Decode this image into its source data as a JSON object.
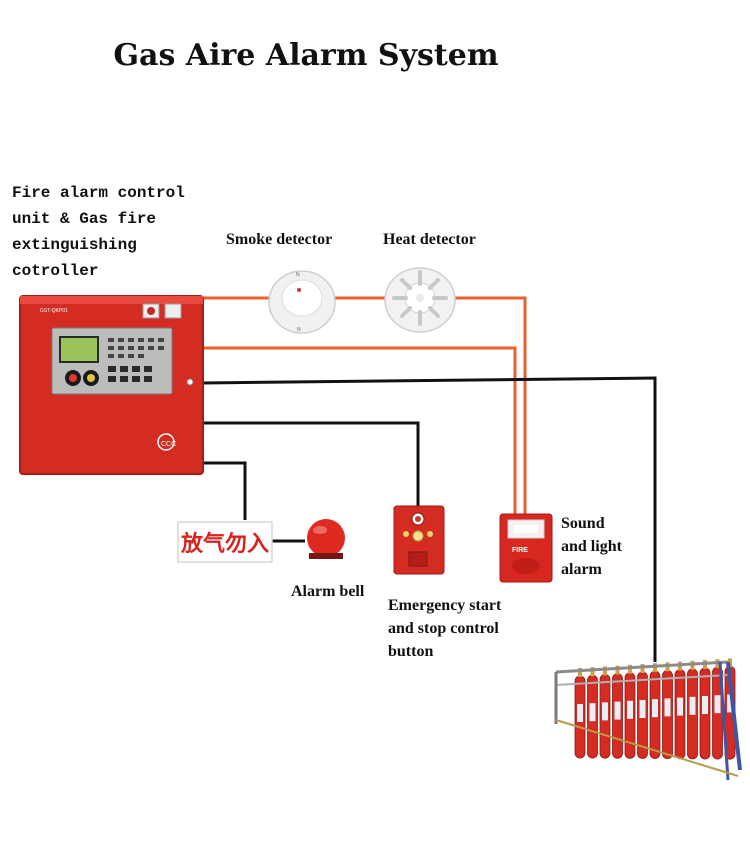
{
  "title": "Gas Aire Alarm System",
  "labels": {
    "control_unit": "Fire alarm control\nunit & Gas fire\nextinguishing\ncotroller",
    "smoke_detector": "Smoke detector",
    "heat_detector": "Heat detector",
    "sound_light_alarm": "Sound\nand light\nalarm",
    "alarm_bell": "Alarm bell",
    "emergency_button": "Emergency start\nand stop control\nbutton"
  },
  "sign_text": "放气勿入",
  "device_text": {
    "panel_brand_line": "GST-QKP01",
    "alarm_fire": "FIRE"
  },
  "colors": {
    "wire_orange": "#e8622c",
    "wire_black": "#111111",
    "device_red": "#d42b22",
    "sign_red": "#d8231d"
  }
}
